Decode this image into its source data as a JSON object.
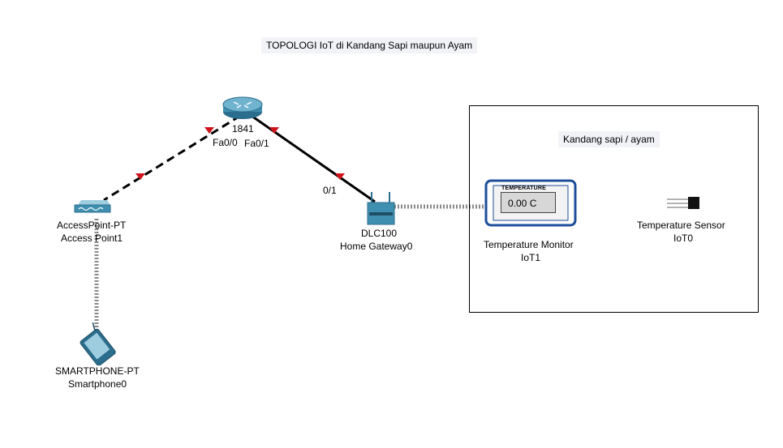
{
  "title": "TOPOLOGI IoT di Kandang Sapi maupun Ayam",
  "cluster": {
    "label": "Kandang sapi / ayam"
  },
  "devices": {
    "router": {
      "model": "1841"
    },
    "access_point": {
      "model": "AccessPoint-PT",
      "name": "Access Point1"
    },
    "smartphone": {
      "model": "SMARTPHONE-PT",
      "name": "Smartphone0"
    },
    "home_gateway": {
      "model": "DLC100",
      "name": "Home Gateway0"
    },
    "temp_monitor": {
      "model": "Temperature Monitor",
      "name": "IoT1",
      "header": "TEMPERATURE",
      "reading": "0.00 C"
    },
    "temp_sensor": {
      "model": "Temperature Sensor",
      "name": "IoT0"
    }
  },
  "ports": {
    "router_fa00": "Fa0/0",
    "router_fa01": "Fa0/1",
    "gateway_01": "0/1"
  },
  "colors": {
    "link_marker": "#d0121b",
    "device_teal": "#3f8fb0",
    "device_dark": "#2b6d8c",
    "monitor_blue": "#1d4e9a"
  }
}
